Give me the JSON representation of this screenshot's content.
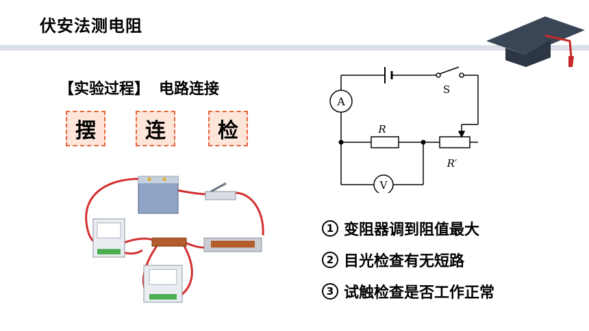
{
  "header": {
    "title": "伏安法测电阻"
  },
  "process": {
    "label": "【实验过程】",
    "subtitle": "电路连接"
  },
  "steps": [
    "摆",
    "连",
    "检"
  ],
  "circuit": {
    "ammeter": "A",
    "voltmeter": "V",
    "switch": "S",
    "resistor": "R",
    "rheostat": "R′"
  },
  "checks": [
    {
      "num": "1",
      "text": "变阻器调到阻值最大"
    },
    {
      "num": "2",
      "text": "目光检查有无短路"
    },
    {
      "num": "3",
      "text": "试触检查是否工作正常"
    }
  ],
  "colors": {
    "accent": "#e9633a",
    "box_fill": "#fde5da",
    "rule": "#d9dee7",
    "cap": "#3a4656",
    "tassel": "#c62828",
    "wire": "#d32f2f"
  },
  "icons": {
    "cap": "graduation-cap-icon"
  }
}
